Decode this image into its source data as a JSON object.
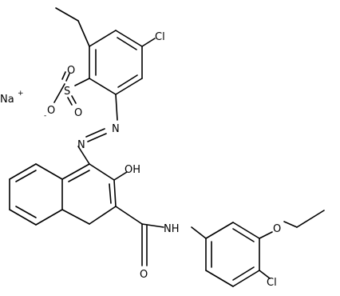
{
  "structure": {
    "atoms": {
      "na": "Na",
      "na_charge": "+",
      "o_minus": "O",
      "o_minus_charge": "-",
      "s": "S",
      "o_sulfonyl_top": "O",
      "o_sulfonyl_bottom": "O",
      "cl_top": "Cl",
      "n_azo_1": "N",
      "n_azo_2": "N",
      "oh": "OH",
      "nh": "NH",
      "o_carbonyl": "O",
      "o_ether": "O",
      "cl_bottom": "Cl"
    }
  }
}
